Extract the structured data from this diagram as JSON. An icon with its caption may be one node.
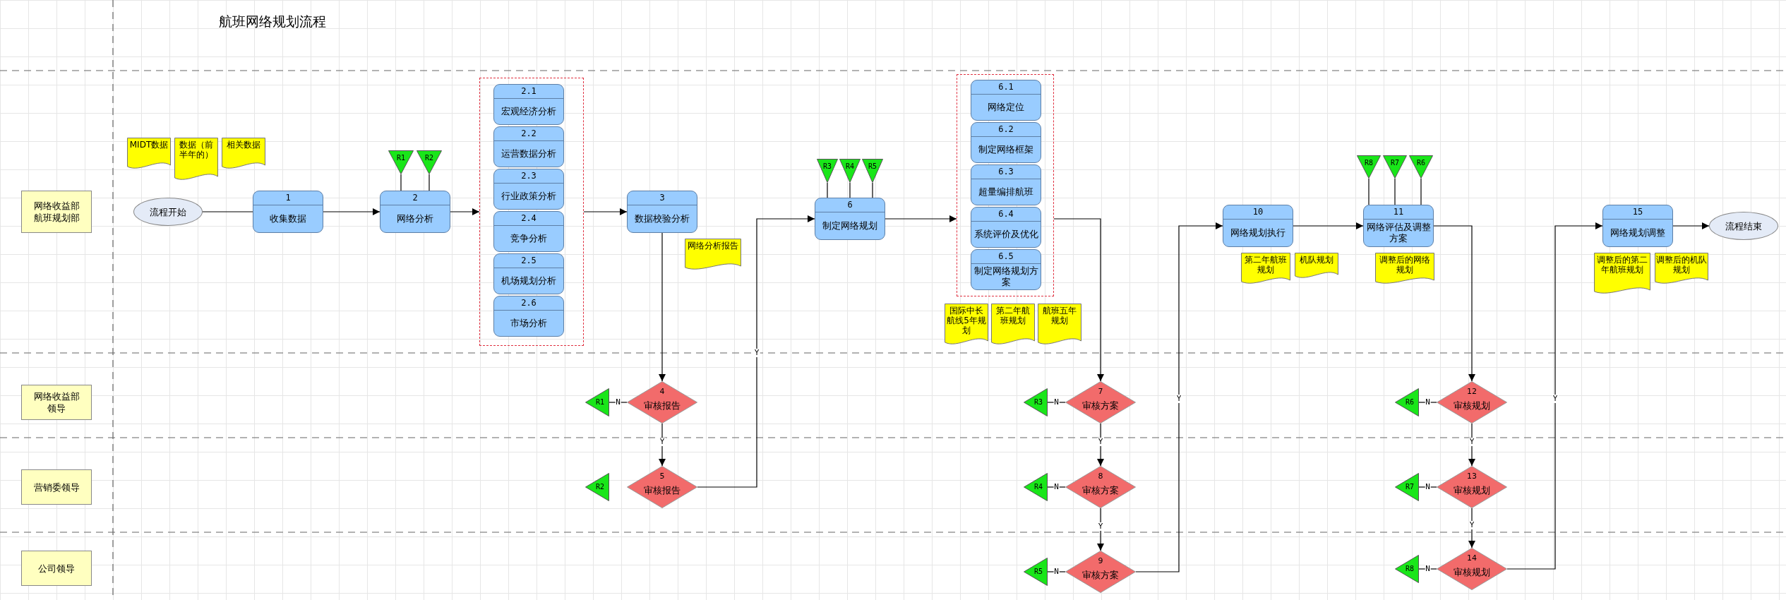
{
  "diagram": {
    "title": "航班网络规划流程",
    "nodes": [
      {
        "text": [
          "网络收益部航班规划部"
        ]
      },
      {
        "text": [
          "网络收益部领导"
        ]
      },
      {
        "text": [
          "营销委领导"
        ]
      },
      {
        "text": [
          "公司领导"
        ]
      },
      {
        "text": [
          "流程开始"
        ]
      },
      {
        "text": [
          "MIDT数据"
        ]
      },
      {
        "text": [
          "数据（前半年的）"
        ]
      },
      {
        "text": [
          "相关数据"
        ]
      },
      {
        "text": [
          "1",
          "收集数据"
        ]
      },
      {
        "text": [
          "R1"
        ]
      },
      {
        "text": [
          "R2"
        ]
      },
      {
        "text": [
          "2",
          "网络分析"
        ]
      },
      {
        "text": [],
        "shape": "box"
      },
      {
        "text": [
          "2.1",
          "宏观经济分析"
        ],
        "in": 12
      },
      {
        "text": [
          "2.2",
          "运营数据分析"
        ],
        "in": 12
      },
      {
        "text": [
          "2.3",
          "行业政策分析"
        ],
        "in": 12
      },
      {
        "text": [
          "2.4",
          "竞争分析"
        ],
        "in": 12
      },
      {
        "text": [
          "2.5",
          "机场规划分析"
        ],
        "in": 12
      },
      {
        "text": [
          "2.6",
          "市场分析"
        ],
        "in": 12
      },
      {
        "text": [
          "3",
          "数据校验分析"
        ]
      },
      {
        "text": [
          "网络分析报告"
        ]
      },
      {
        "text": [
          "R3"
        ]
      },
      {
        "text": [
          "R4"
        ]
      },
      {
        "text": [
          "R5"
        ]
      },
      {
        "text": [
          "6",
          "制定网络规划"
        ]
      },
      {
        "text": [],
        "shape": "box"
      },
      {
        "text": [
          "6.1",
          "网络定位"
        ],
        "in": 25
      },
      {
        "text": [
          "6.2",
          "制定网络框架"
        ],
        "in": 25
      },
      {
        "text": [
          "6.3",
          "超量编排航班"
        ],
        "in": 25
      },
      {
        "text": [
          "6.4",
          "系统评价及优化"
        ],
        "in": 25
      },
      {
        "text": [
          "6.5",
          "制定网络规划方案"
        ],
        "in": 25
      },
      {
        "text": [
          "国际中长航线5年规划"
        ]
      },
      {
        "text": [
          "第二年航班规划"
        ]
      },
      {
        "text": [
          "航班五年规划"
        ]
      },
      {
        "text": [
          "10",
          "网络规划执行"
        ]
      },
      {
        "text": [
          "第二年航班规划"
        ]
      },
      {
        "text": [
          "机队规划"
        ]
      },
      {
        "text": [
          "R8"
        ]
      },
      {
        "text": [
          "R7"
        ]
      },
      {
        "text": [
          "R6"
        ]
      },
      {
        "text": [
          "11",
          "网络评估及调整方案"
        ]
      },
      {
        "text": [
          "调整后的网络规划"
        ]
      },
      {
        "text": [
          "15",
          "网络规划调整"
        ]
      },
      {
        "text": [
          "调整后的第二年航班规划"
        ]
      },
      {
        "text": [
          "调整后的机队规划"
        ]
      },
      {
        "text": [
          "流程结束"
        ]
      },
      {
        "text": [
          "4",
          "审核报告"
        ]
      },
      {
        "text": [
          "R1"
        ]
      },
      {
        "text": [
          "5",
          "审核报告"
        ]
      },
      {
        "text": [
          "R2"
        ]
      },
      {
        "text": [
          "7",
          "审核方案"
        ]
      },
      {
        "text": [
          "R3"
        ]
      },
      {
        "text": [
          "8",
          "审核方案"
        ]
      },
      {
        "text": [
          "R4"
        ]
      },
      {
        "text": [
          "9",
          "审核方案"
        ]
      },
      {
        "text": [
          "R5"
        ]
      },
      {
        "text": [
          "12",
          "审核规划"
        ]
      },
      {
        "text": [
          "R6"
        ]
      },
      {
        "text": [
          "13",
          "审核规划"
        ]
      },
      {
        "text": [
          "R7"
        ]
      },
      {
        "text": [
          "14",
          "审核规划"
        ]
      },
      {
        "text": [
          "R8"
        ]
      }
    ],
    "edges": [
      {
        "from": 4,
        "to": 8,
        "arrow": "none"
      },
      {
        "from": 8,
        "to": 11,
        "arrow": "to"
      },
      {
        "from": 9,
        "to": 11,
        "arrow": "none"
      },
      {
        "from": 10,
        "to": 11,
        "arrow": "none"
      },
      {
        "from": 11,
        "to": 12,
        "arrow": "to"
      },
      {
        "from": 12,
        "to": 19,
        "arrow": "to"
      },
      {
        "from": 19,
        "to": 46,
        "arrow": "to"
      },
      {
        "from": 46,
        "to": 47,
        "arrow": "none",
        "label": "N"
      },
      {
        "from": 46,
        "to": 48,
        "arrow": "to",
        "label": "Y"
      },
      {
        "from": 48,
        "to": 24,
        "arrow": "to",
        "label": "Y"
      },
      {
        "from": 21,
        "to": 24,
        "arrow": "none"
      },
      {
        "from": 22,
        "to": 24,
        "arrow": "none"
      },
      {
        "from": 23,
        "to": 24,
        "arrow": "none"
      },
      {
        "from": 24,
        "to": 25,
        "arrow": "to"
      },
      {
        "from": 25,
        "to": 50,
        "arrow": "to"
      },
      {
        "from": 50,
        "to": 51,
        "arrow": "none",
        "label": "N"
      },
      {
        "from": 50,
        "to": 52,
        "arrow": "to",
        "label": "Y"
      },
      {
        "from": 52,
        "to": 53,
        "arrow": "none",
        "label": "N"
      },
      {
        "from": 52,
        "to": 54,
        "arrow": "to",
        "label": "Y"
      },
      {
        "from": 54,
        "to": 55,
        "arrow": "none",
        "label": "N"
      },
      {
        "from": 54,
        "to": 34,
        "arrow": "to",
        "label": "Y"
      },
      {
        "from": 34,
        "to": 40,
        "arrow": "to"
      },
      {
        "from": 37,
        "to": 40,
        "arrow": "none"
      },
      {
        "from": 38,
        "to": 40,
        "arrow": "none"
      },
      {
        "from": 39,
        "to": 40,
        "arrow": "none"
      },
      {
        "from": 40,
        "to": 56,
        "arrow": "to"
      },
      {
        "from": 56,
        "to": 57,
        "arrow": "none",
        "label": "N"
      },
      {
        "from": 56,
        "to": 58,
        "arrow": "to",
        "label": "Y"
      },
      {
        "from": 58,
        "to": 59,
        "arrow": "none",
        "label": "N"
      },
      {
        "from": 58,
        "to": 60,
        "arrow": "to",
        "label": "Y"
      },
      {
        "from": 60,
        "to": 61,
        "arrow": "none",
        "label": "N"
      },
      {
        "from": 60,
        "to": 42,
        "arrow": "to",
        "label": "Y"
      },
      {
        "from": 42,
        "to": 45,
        "arrow": "to"
      }
    ]
  }
}
